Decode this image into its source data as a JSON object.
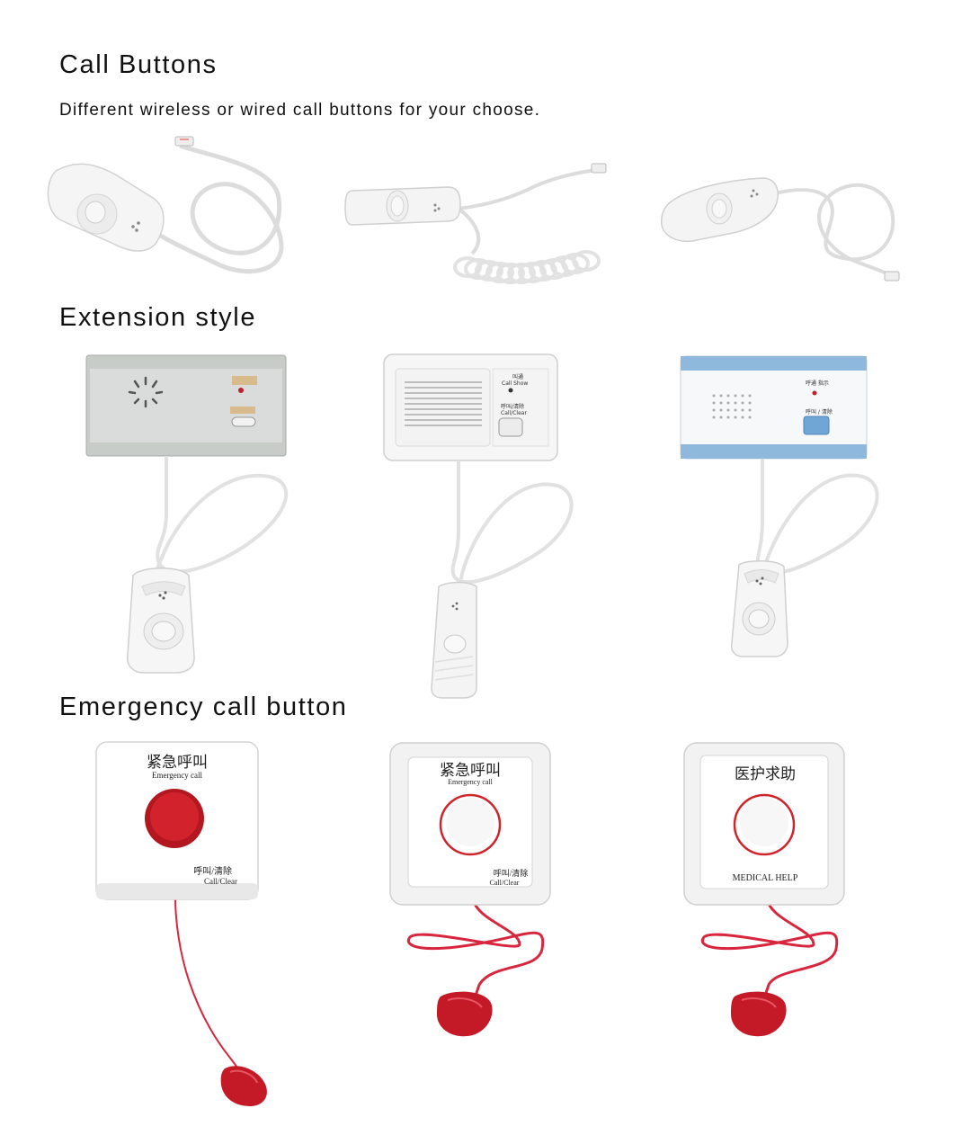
{
  "sections": {
    "call_buttons": {
      "title": "Call Buttons",
      "subtitle": "Different wireless or wired call buttons for your choose."
    },
    "extension_style": {
      "title": "Extension style",
      "units": [
        {
          "icon": "grey-extension-unit-icon"
        },
        {
          "icon": "white-extension-unit-icon",
          "label_cn_top": "叫通",
          "label_en_top": "Call Show",
          "label_cn_btn": "呼叫/清除",
          "label_en_btn": "Call/Clear"
        },
        {
          "icon": "blue-extension-unit-icon",
          "label_cn_top": "呼通  指示",
          "label_cn_btn": "呼叫 / 清除"
        }
      ]
    },
    "emergency_call_button": {
      "title": "Emergency call button",
      "panels": [
        {
          "cn": "紧急呼叫",
          "en": "Emergency call",
          "foot_cn": "呼叫/清除",
          "foot_en": "Call/Clear",
          "accent": "#d0242c"
        },
        {
          "cn": "紧急呼叫",
          "en": "Emergency call",
          "foot_cn": "呼叫/清除",
          "foot_en": "Call/Clear",
          "accent": "#d0242c"
        },
        {
          "cn": "医护求助",
          "en": "",
          "foot_cn": "",
          "foot_en": "MEDICAL HELP",
          "accent": "#d0242c"
        }
      ]
    }
  },
  "colors": {
    "cord_red": "#d7263d",
    "button_red": "#cf1f2a",
    "trim_blue": "#8fb8dd"
  }
}
